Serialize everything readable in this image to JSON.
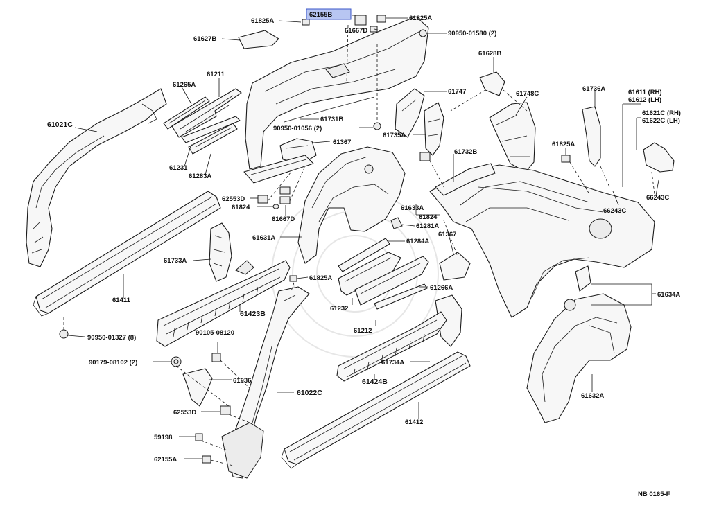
{
  "diagram_code": "NB 0165-F",
  "highlighted_part": "62155B",
  "labels": [
    {
      "id": "62155B",
      "text": "62155B"
    },
    {
      "id": "61825A_tl",
      "text": "61825A"
    },
    {
      "id": "61825A_tr",
      "text": "61825A"
    },
    {
      "id": "61667D_t",
      "text": "61667D"
    },
    {
      "id": "90950_01580",
      "text": "90950-01580 (2)"
    },
    {
      "id": "61627B",
      "text": "61627B"
    },
    {
      "id": "61628B",
      "text": "61628B"
    },
    {
      "id": "61211",
      "text": "61211"
    },
    {
      "id": "61265A",
      "text": "61265A"
    },
    {
      "id": "61021C",
      "text": "61021C"
    },
    {
      "id": "61747",
      "text": "61747"
    },
    {
      "id": "61748C",
      "text": "61748C"
    },
    {
      "id": "61736A",
      "text": "61736A"
    },
    {
      "id": "61611",
      "text": "61611 (RH)"
    },
    {
      "id": "61612",
      "text": "61612 (LH)"
    },
    {
      "id": "61621C",
      "text": "61621C (RH)"
    },
    {
      "id": "61622C",
      "text": "61622C (LH)"
    },
    {
      "id": "61731B",
      "text": "61731B"
    },
    {
      "id": "90950_01056",
      "text": "90950-01056 (2)"
    },
    {
      "id": "61735A",
      "text": "61735A"
    },
    {
      "id": "61367_t",
      "text": "61367"
    },
    {
      "id": "61231",
      "text": "61231"
    },
    {
      "id": "61283A",
      "text": "61283A"
    },
    {
      "id": "61732B",
      "text": "61732B"
    },
    {
      "id": "61825A_r",
      "text": "61825A"
    },
    {
      "id": "62553D",
      "text": "62553D"
    },
    {
      "id": "61824_l",
      "text": "61824"
    },
    {
      "id": "61667D_b",
      "text": "61667D"
    },
    {
      "id": "66243C_a",
      "text": "66243C"
    },
    {
      "id": "66243C_b",
      "text": "66243C"
    },
    {
      "id": "61633A",
      "text": "61633A"
    },
    {
      "id": "61824_r",
      "text": "61824"
    },
    {
      "id": "61281A",
      "text": "61281A"
    },
    {
      "id": "61631A",
      "text": "61631A"
    },
    {
      "id": "61284A",
      "text": "61284A"
    },
    {
      "id": "61367_b",
      "text": "61367"
    },
    {
      "id": "61733A",
      "text": "61733A"
    },
    {
      "id": "61825A_m",
      "text": "61825A"
    },
    {
      "id": "61411",
      "text": "61411"
    },
    {
      "id": "61266A",
      "text": "61266A"
    },
    {
      "id": "61634A",
      "text": "61634A"
    },
    {
      "id": "61232",
      "text": "61232"
    },
    {
      "id": "61423B",
      "text": "61423B"
    },
    {
      "id": "61212",
      "text": "61212"
    },
    {
      "id": "90950_01327",
      "text": "90950-01327 (8)"
    },
    {
      "id": "90105_08120",
      "text": "90105-08120"
    },
    {
      "id": "90179_08102",
      "text": "90179-08102 (2)"
    },
    {
      "id": "61734A",
      "text": "61734A"
    },
    {
      "id": "61036",
      "text": "61036"
    },
    {
      "id": "61424B",
      "text": "61424B"
    },
    {
      "id": "61022C",
      "text": "61022C"
    },
    {
      "id": "61632A",
      "text": "61632A"
    },
    {
      "id": "62553D_b",
      "text": "62553D"
    },
    {
      "id": "61412",
      "text": "61412"
    },
    {
      "id": "59198",
      "text": "59198"
    },
    {
      "id": "62155A",
      "text": "62155A"
    }
  ]
}
